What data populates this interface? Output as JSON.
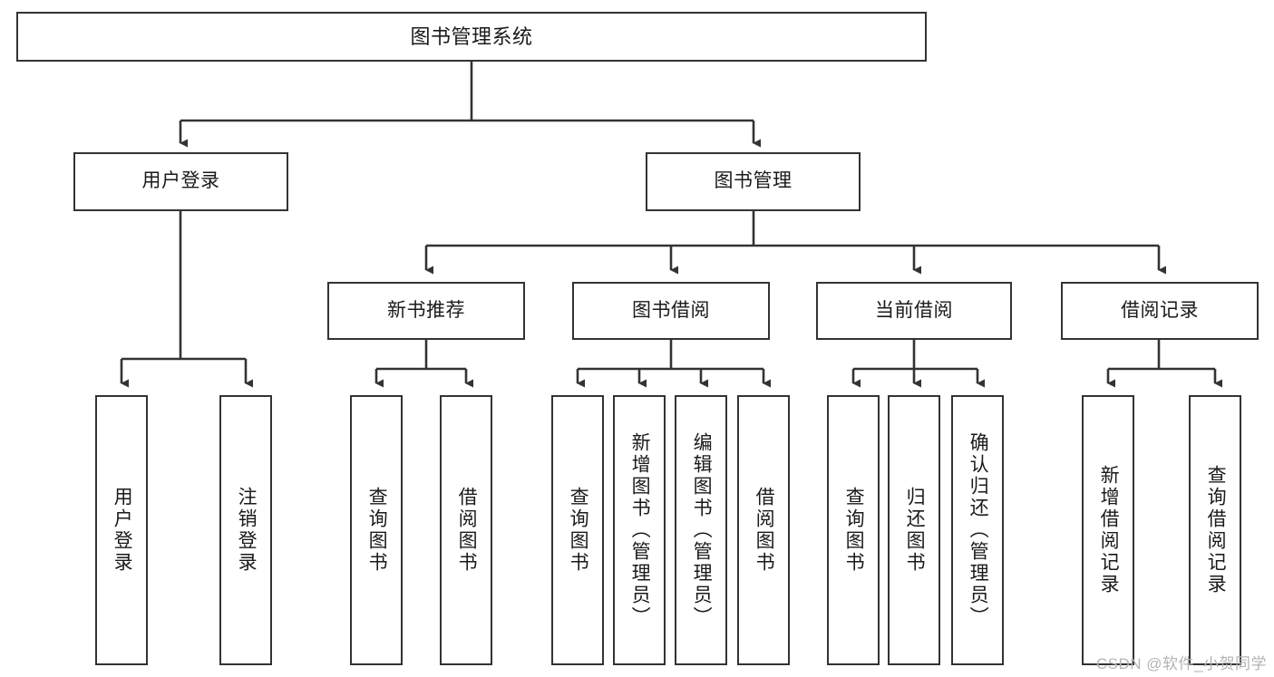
{
  "diagram": {
    "title": "图书管理系统",
    "type": "tree-hierarchy",
    "watermark": "CSDN @软件_小贺同学",
    "edge_color": "#333333",
    "box_border_color": "#333333",
    "box_fill_color": "#ffffff",
    "nodes": {
      "root": {
        "label": "图书管理系统"
      },
      "level2": [
        {
          "id": "user-login",
          "label": "用户登录"
        },
        {
          "id": "book-manage",
          "label": "图书管理"
        }
      ],
      "level3": [
        {
          "id": "new-book-rec",
          "label": "新书推荐"
        },
        {
          "id": "book-borrow",
          "label": "图书借阅"
        },
        {
          "id": "current-borrow",
          "label": "当前借阅"
        },
        {
          "id": "borrow-record",
          "label": "借阅记录"
        }
      ],
      "leaves": [
        {
          "id": "leaf-user-login",
          "label": "用户登录"
        },
        {
          "id": "leaf-user-logout",
          "label": "注销登录"
        },
        {
          "id": "leaf-query-book-1",
          "label": "查询图书"
        },
        {
          "id": "leaf-borrow-book-1",
          "label": "借阅图书"
        },
        {
          "id": "leaf-query-book-2",
          "label": "查询图书"
        },
        {
          "id": "leaf-add-book",
          "label": "新增图书（管理员）"
        },
        {
          "id": "leaf-edit-book",
          "label": "编辑图书（管理员）"
        },
        {
          "id": "leaf-borrow-book-2",
          "label": "借阅图书"
        },
        {
          "id": "leaf-query-book-3",
          "label": "查询图书"
        },
        {
          "id": "leaf-return-book",
          "label": "归还图书"
        },
        {
          "id": "leaf-confirm-return",
          "label": "确认归还（管理员）"
        },
        {
          "id": "leaf-add-record",
          "label": "新增借阅记录"
        },
        {
          "id": "leaf-query-record",
          "label": "查询借阅记录"
        }
      ]
    }
  }
}
